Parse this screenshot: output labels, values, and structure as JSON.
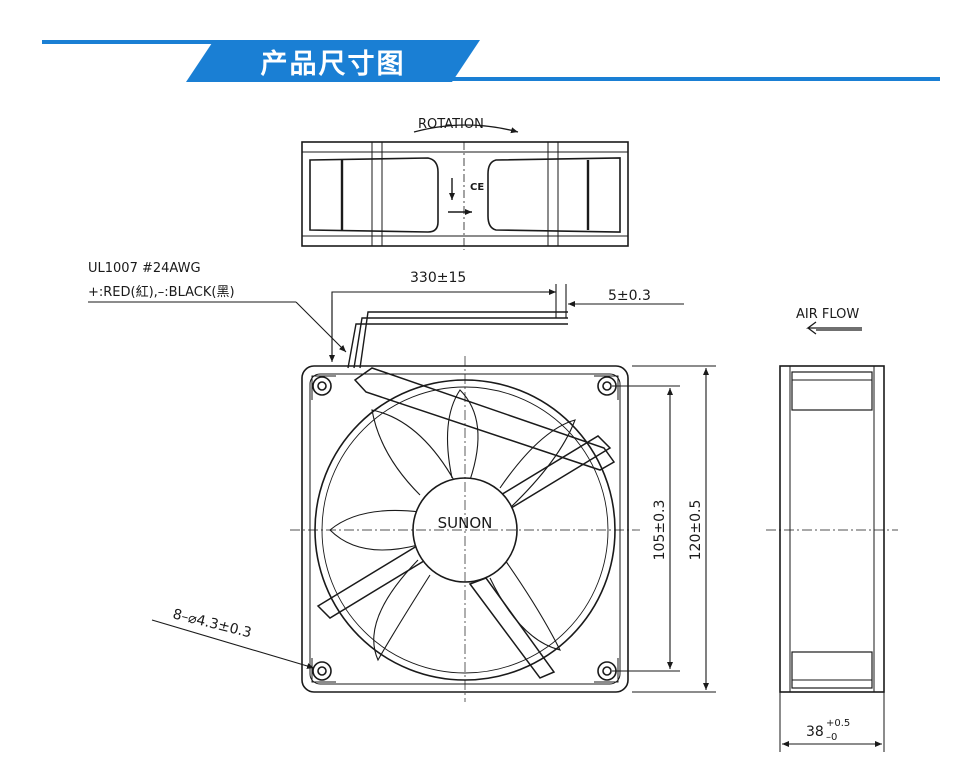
{
  "header": {
    "title": "产品尺寸图",
    "accent_color": "#1a7fd4"
  },
  "labels": {
    "rotation": "ROTATION",
    "air_flow": "AIR  FLOW",
    "wire_spec": "UL1007  #24AWG",
    "wire_colors": "+:RED(紅),–:BLACK(黑)",
    "lead_length": "330±15",
    "strip_length": "5±0.3",
    "hole_spacing": "105±0.3",
    "frame_size": "120±0.5",
    "mount_holes": "8–⌀4.3±0.3",
    "brand": "SUNON",
    "thickness_base": "38",
    "thickness_plus": "+0.5",
    "thickness_minus": "–0"
  }
}
